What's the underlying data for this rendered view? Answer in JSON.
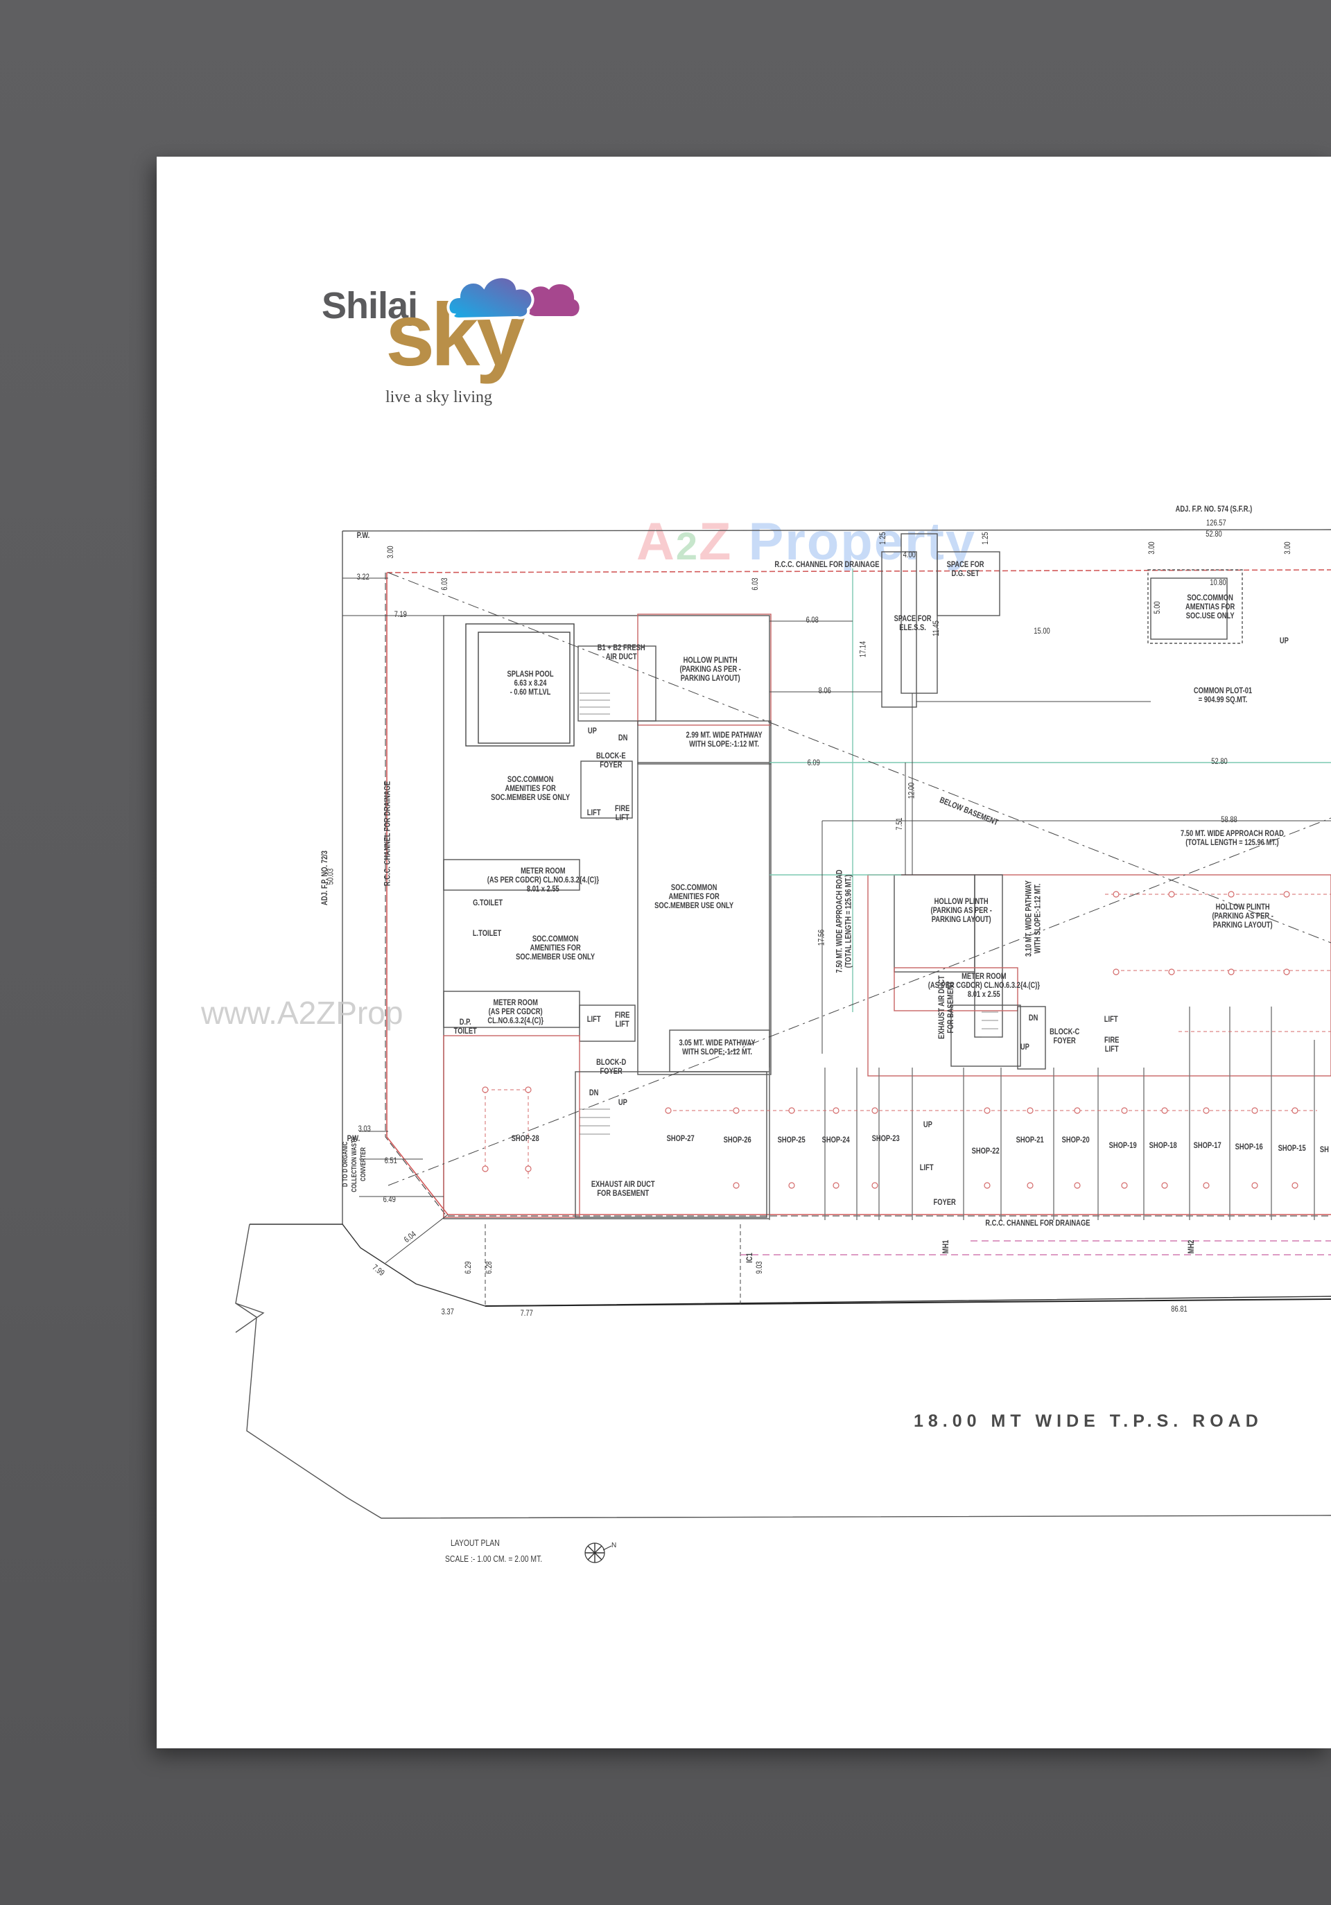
{
  "brand": {
    "name_top": "Shilaj",
    "name_main": "sky",
    "tagline": "live a sky living",
    "colors": {
      "gray": "#5b5b5d",
      "gold": "#b98f48",
      "cloud_blue": "#1aa7e6",
      "cloud_purple": "#7b5aa6",
      "cloud_magenta": "#a6468e"
    }
  },
  "watermarks": {
    "top": {
      "a": "A",
      "two": "2",
      "z": "Z",
      "property": "Property"
    },
    "side": "www.A2ZProp"
  },
  "plan": {
    "title": "LAYOUT PLAN",
    "scale": "SCALE :- 1.00 CM. = 2.00 MT.",
    "north_icon": "compass-north-icon",
    "road": "18.00 MT WIDE T.P.S. ROAD",
    "boundaries": {
      "top_adjacent": "ADJ. F.P. NO. 574 (S.F.R.)",
      "top_length": "126.57",
      "left_adjacent": "ADJ. F.P. NO. 72/3",
      "left_length": "50.03",
      "bottom_length": "86.81"
    },
    "drainage": {
      "top": "R.C.C. CHANNEL FOR DRAINAGE",
      "left": "R.C.C. CHANNEL FOR DRAINAGE",
      "bottom": "R.C.C. CHANNEL FOR DRAINAGE"
    },
    "rooms": {
      "splash_pool": "SPLASH POOL\n6.63 x 8.24\n- 0.60 MT.LVL",
      "fresh_air_duct": "B1 + B2 FRESH\nAIR DUCT",
      "hollow_plinth_1": "HOLLOW PLINTH\n(PARKING AS PER -\nPARKING LAYOUT)",
      "hollow_plinth_2": "HOLLOW PLINTH\n(PARKING AS PER -\nPARKING LAYOUT)",
      "hollow_plinth_3": "HOLLOW PLINTH\n(PARKING AS PER -\nPARKING LAYOUT)",
      "pathway_299": "2.99 MT. WIDE PATHWAY\nWITH SLOPE:-1:12 MT.",
      "pathway_305": "3.05 MT. WIDE PATHWAY\nWITH SLOPE:-1:12 MT.",
      "pathway_310": "3.10 MT. WIDE PATHWAY\nWITH SLOPE:-1:12 MT.",
      "block_e_foyer": "BLOCK-E\nFOYER",
      "block_d_foyer": "BLOCK-D\nFOYER",
      "block_c_foyer": "BLOCK-C\nFOYER",
      "soc_amenities_1": "SOC.COMMON\nAMENITIES FOR\nSOC.MEMBER USE ONLY",
      "soc_amenities_2": "SOC.COMMON\nAMENITIES FOR\nSOC.MEMBER USE ONLY",
      "soc_amenities_3": "SOC.COMMON\nAMENITIES FOR\nSOC.MEMBER USE ONLY",
      "soc_amentias": "SOC.COMMON\nAMENTIAS FOR\nSOC.USE ONLY",
      "meter_room_1": "METER ROOM\n(AS PER CGDCR) CL.NO.6.3.2{4.(C)}\n8.01 x 2.55",
      "meter_room_2": "METER ROOM\n(AS PER CGDCR)\nCL.NO.6.3.2{4.(C)}",
      "meter_room_3": "METER ROOM\n(AS PER CGDCR) CL.NO.6.3.2{4.(C)}\n8.01 x 2.55",
      "g_toilet": "G.TOILET",
      "l_toilet": "L.TOILET",
      "dp_toilet": "D.P.\nTOILET",
      "lift": "LIFT",
      "fire_lift": "FIRE\nLIFT",
      "up": "UP",
      "dn": "DN",
      "foyer": "FOYER",
      "exhaust_duct": "EXHAUST AIR DUCT\nFOR BASEMENT",
      "exhaust_duct_v": "EXHAUST AIR DUCT\nFOR BASEMENT",
      "dg_set": "SPACE FOR\nD.G. SET",
      "ele_ss": "SPACE FOR\nELE.S.S.",
      "common_plot": "COMMON PLOT-01\n= 904.99 SQ.MT.",
      "approach_road_h": "7.50 MT. WIDE APPROACH ROAD\n(TOTAL LENGTH = 125.96 MT.)",
      "approach_road_v": "7.50 MT. WIDE APPROACH ROAD\n(TOTAL LENGTH = 125.96 MT.)",
      "below_basement": "BELOW BASEMENT",
      "organic_waste": "D TO D ORGANIC\nCOLLECTION WASTE\nCONVERTER",
      "pw": "P.W.",
      "mh1": "MH1",
      "mh2": "MH2",
      "ic1": "IC1"
    },
    "shops": [
      "SHOP-28",
      "SHOP-27",
      "SHOP-26",
      "SHOP-25",
      "SHOP-24",
      "SHOP-23",
      "SHOP-22",
      "SHOP-21",
      "SHOP-20",
      "SHOP-19",
      "SHOP-18",
      "SHOP-17",
      "SHOP-16",
      "SHOP-15",
      "SH"
    ],
    "dimensions": {
      "d300a": "3.00",
      "d322": "3.22",
      "d719": "7.19",
      "d603a": "6.03",
      "d603b": "6.03",
      "d125a": "1.25",
      "d125b": "1.25",
      "d400": "4.00",
      "d300b": "3.00",
      "d300c": "3.00",
      "d5280a": "52.80",
      "d1080": "10.80",
      "d500": "5.00",
      "d1500": "15.00",
      "d608": "6.08",
      "d1714": "17.14",
      "d806": "8.06",
      "d609": "6.09",
      "d5280b": "52.80",
      "d1200": "12.00",
      "d751": "7.51",
      "d5888": "58.88",
      "d1756": "17.56",
      "d303": "3.03",
      "d651": "6.51",
      "d649": "6.49",
      "d604": "6.04",
      "d799": "7.99",
      "d337": "3.37",
      "d777": "7.77",
      "d629": "6.29",
      "d628": "6.28",
      "d903": "9.03",
      "d1145": "11.45"
    }
  }
}
